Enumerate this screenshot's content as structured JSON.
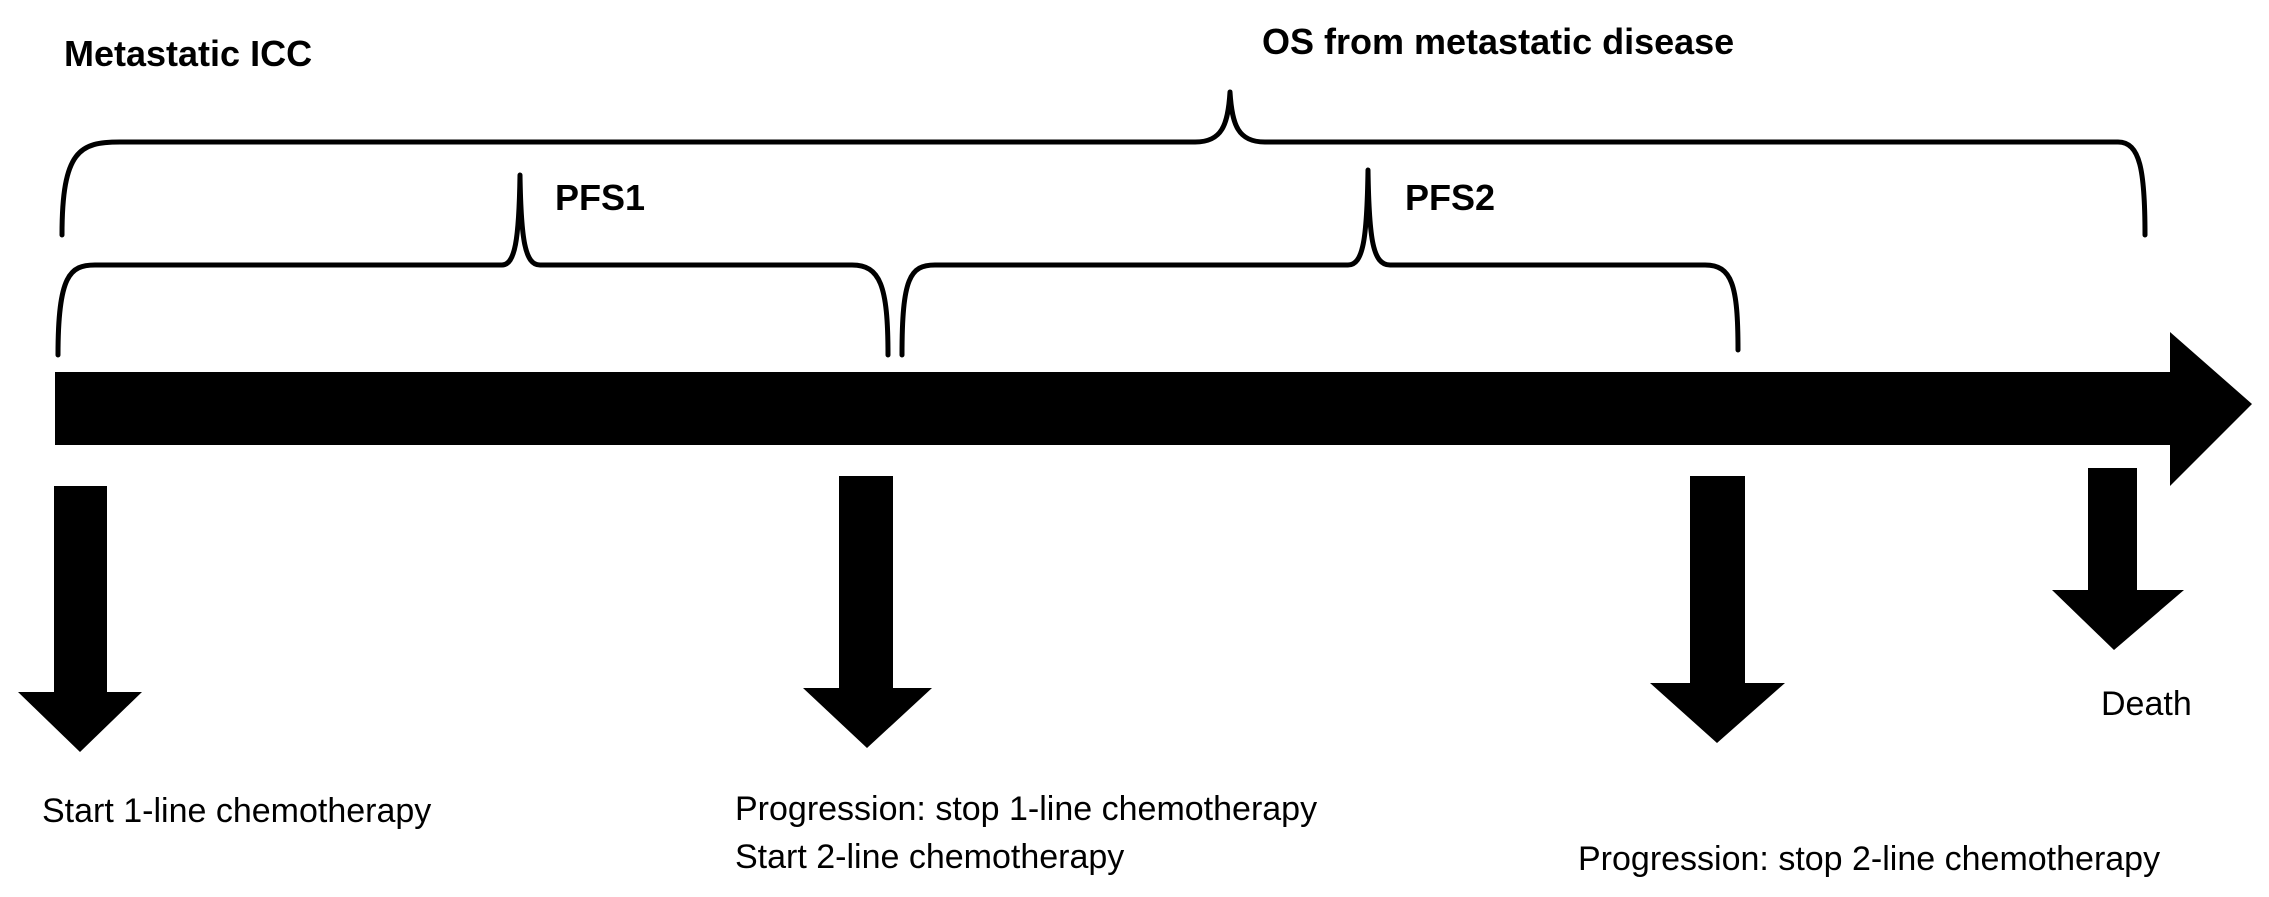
{
  "labels": {
    "metastatic": "Metastatic ICC",
    "os": "OS from metastatic disease",
    "pfs1": "PFS1",
    "pfs2": "PFS2"
  },
  "events": {
    "start1": "Start 1-line chemotherapy",
    "prog1_line1": "Progression: stop 1-line chemotherapy",
    "prog1_line2": "Start 2-line chemotherapy",
    "prog2": "Progression: stop 2-line chemotherapy",
    "death": "Death"
  },
  "colors": {
    "arrow": "#000000",
    "text": "#000000",
    "background": "#ffffff"
  }
}
